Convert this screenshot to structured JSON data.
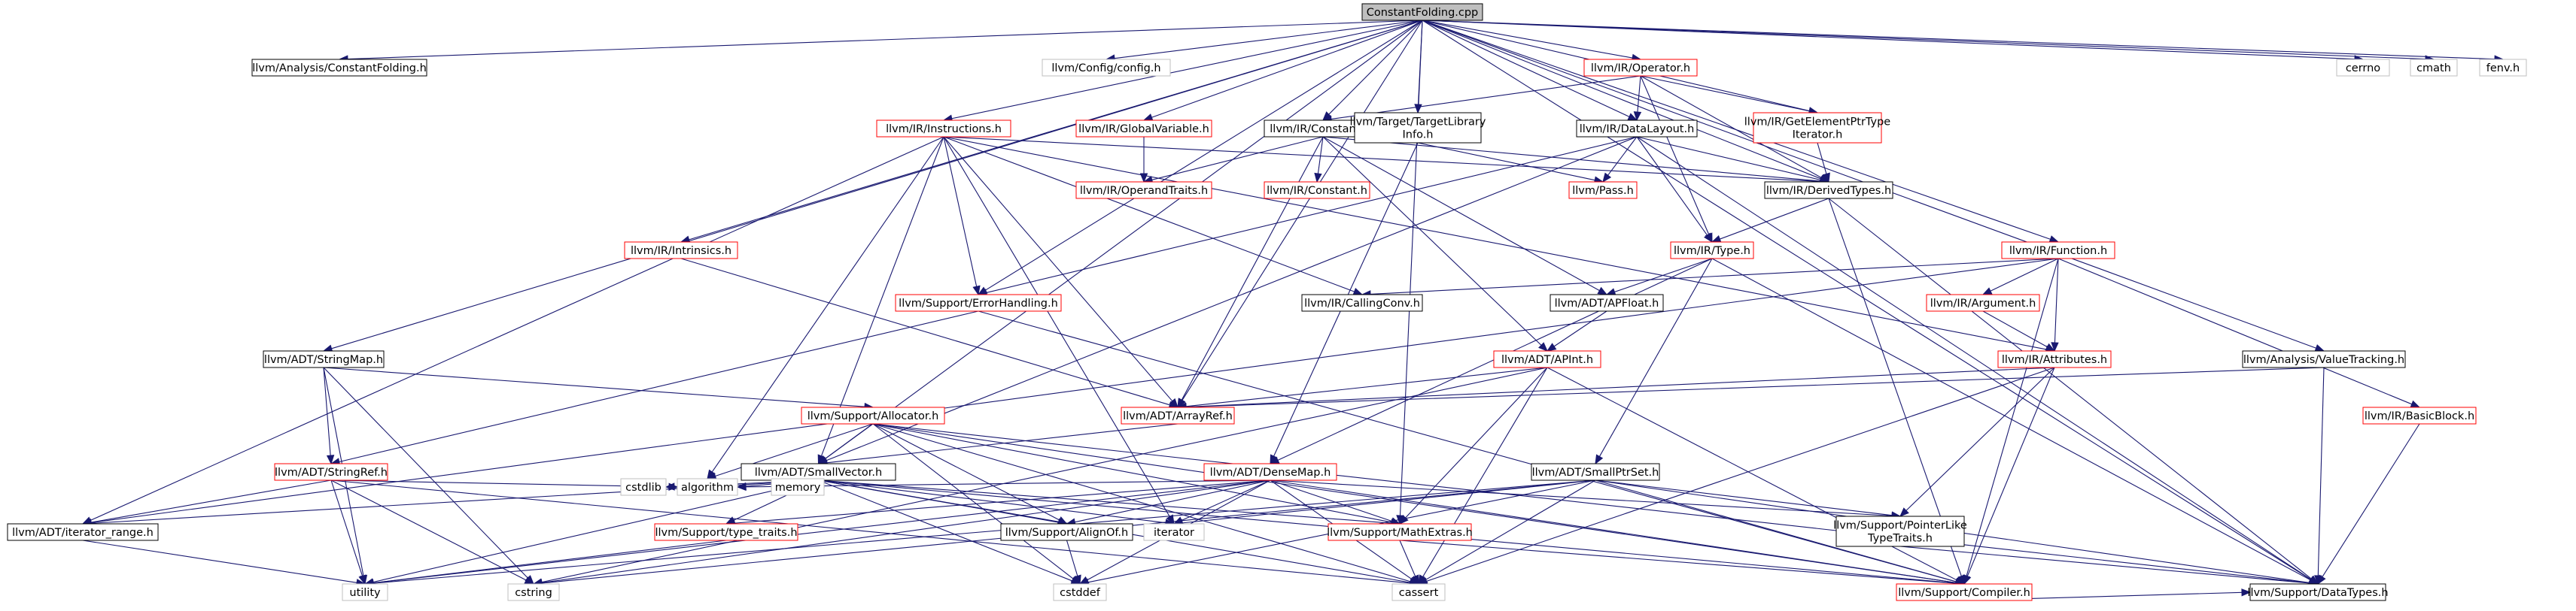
{
  "colors": {
    "background": "#ffffff",
    "edge": "#191970",
    "root_fill": "#bfbfbf",
    "node_fill": "#ffffff",
    "border_local": "#000000",
    "border_linked": "#ff0000",
    "border_external": "#bfbfbf"
  },
  "root": "ConstantFolding.cpp",
  "nodes": [
    {
      "id": "root",
      "label": [
        "ConstantFolding.cpp"
      ],
      "kind": "root"
    },
    {
      "id": "acf",
      "label": [
        "llvm/Analysis/ConstantFolding.h"
      ],
      "kind": "local"
    },
    {
      "id": "config",
      "label": [
        "llvm/Config/config.h"
      ],
      "kind": "external"
    },
    {
      "id": "operator",
      "label": [
        "llvm/IR/Operator.h"
      ],
      "kind": "linked"
    },
    {
      "id": "cerrno",
      "label": [
        "cerrno"
      ],
      "kind": "external"
    },
    {
      "id": "cmath",
      "label": [
        "cmath"
      ],
      "kind": "external"
    },
    {
      "id": "fenv",
      "label": [
        "fenv.h"
      ],
      "kind": "external"
    },
    {
      "id": "instructions",
      "label": [
        "llvm/IR/Instructions.h"
      ],
      "kind": "linked"
    },
    {
      "id": "globalvar",
      "label": [
        "llvm/IR/GlobalVariable.h"
      ],
      "kind": "linked"
    },
    {
      "id": "constants",
      "label": [
        "llvm/IR/Constants.h"
      ],
      "kind": "local"
    },
    {
      "id": "tli",
      "label": [
        "llvm/Target/TargetLibrary",
        "Info.h"
      ],
      "kind": "local"
    },
    {
      "id": "datalayout",
      "label": [
        "llvm/IR/DataLayout.h"
      ],
      "kind": "local"
    },
    {
      "id": "gepti",
      "label": [
        "llvm/IR/GetElementPtrType",
        "Iterator.h"
      ],
      "kind": "linked"
    },
    {
      "id": "operandtraits",
      "label": [
        "llvm/IR/OperandTraits.h"
      ],
      "kind": "linked"
    },
    {
      "id": "constant",
      "label": [
        "llvm/IR/Constant.h"
      ],
      "kind": "linked"
    },
    {
      "id": "pass",
      "label": [
        "llvm/Pass.h"
      ],
      "kind": "linked"
    },
    {
      "id": "derivedtypes",
      "label": [
        "llvm/IR/DerivedTypes.h"
      ],
      "kind": "local"
    },
    {
      "id": "intrinsics",
      "label": [
        "llvm/IR/Intrinsics.h"
      ],
      "kind": "linked"
    },
    {
      "id": "type",
      "label": [
        "llvm/IR/Type.h"
      ],
      "kind": "linked"
    },
    {
      "id": "function",
      "label": [
        "llvm/IR/Function.h"
      ],
      "kind": "linked"
    },
    {
      "id": "errorhandling",
      "label": [
        "llvm/Support/ErrorHandling.h"
      ],
      "kind": "linked"
    },
    {
      "id": "callingconv",
      "label": [
        "llvm/IR/CallingConv.h"
      ],
      "kind": "local"
    },
    {
      "id": "apfloat",
      "label": [
        "llvm/ADT/APFloat.h"
      ],
      "kind": "local"
    },
    {
      "id": "argument",
      "label": [
        "llvm/IR/Argument.h"
      ],
      "kind": "linked"
    },
    {
      "id": "stringmap",
      "label": [
        "llvm/ADT/StringMap.h"
      ],
      "kind": "local"
    },
    {
      "id": "apint",
      "label": [
        "llvm/ADT/APInt.h"
      ],
      "kind": "linked"
    },
    {
      "id": "attributes",
      "label": [
        "llvm/IR/Attributes.h"
      ],
      "kind": "linked"
    },
    {
      "id": "valuetracking",
      "label": [
        "llvm/Analysis/ValueTracking.h"
      ],
      "kind": "local"
    },
    {
      "id": "allocator",
      "label": [
        "llvm/Support/Allocator.h"
      ],
      "kind": "linked"
    },
    {
      "id": "arrayref",
      "label": [
        "llvm/ADT/ArrayRef.h"
      ],
      "kind": "linked"
    },
    {
      "id": "basicblock",
      "label": [
        "llvm/IR/BasicBlock.h"
      ],
      "kind": "linked"
    },
    {
      "id": "stringref",
      "label": [
        "llvm/ADT/StringRef.h"
      ],
      "kind": "linked"
    },
    {
      "id": "smallvector",
      "label": [
        "llvm/ADT/SmallVector.h"
      ],
      "kind": "local"
    },
    {
      "id": "densemap",
      "label": [
        "llvm/ADT/DenseMap.h"
      ],
      "kind": "linked"
    },
    {
      "id": "smallptrset",
      "label": [
        "llvm/ADT/SmallPtrSet.h"
      ],
      "kind": "local"
    },
    {
      "id": "iterrange",
      "label": [
        "llvm/ADT/iterator_range.h"
      ],
      "kind": "local"
    },
    {
      "id": "cstdlib",
      "label": [
        "cstdlib"
      ],
      "kind": "external"
    },
    {
      "id": "algorithm",
      "label": [
        "algorithm"
      ],
      "kind": "external"
    },
    {
      "id": "memory",
      "label": [
        "memory"
      ],
      "kind": "external"
    },
    {
      "id": "typetraits",
      "label": [
        "llvm/Support/type_traits.h"
      ],
      "kind": "linked"
    },
    {
      "id": "alignof",
      "label": [
        "llvm/Support/AlignOf.h"
      ],
      "kind": "local"
    },
    {
      "id": "iterator",
      "label": [
        "iterator"
      ],
      "kind": "external"
    },
    {
      "id": "mathextras",
      "label": [
        "llvm/Support/MathExtras.h"
      ],
      "kind": "linked"
    },
    {
      "id": "pltt",
      "label": [
        "llvm/Support/PointerLike",
        "TypeTraits.h"
      ],
      "kind": "local"
    },
    {
      "id": "utility",
      "label": [
        "utility"
      ],
      "kind": "external"
    },
    {
      "id": "cstring",
      "label": [
        "cstring"
      ],
      "kind": "external"
    },
    {
      "id": "cstddef",
      "label": [
        "cstddef"
      ],
      "kind": "external"
    },
    {
      "id": "cassert",
      "label": [
        "cassert"
      ],
      "kind": "external"
    },
    {
      "id": "compiler",
      "label": [
        "llvm/Support/Compiler.h"
      ],
      "kind": "linked"
    },
    {
      "id": "datatypes",
      "label": [
        "llvm/Support/DataTypes.h"
      ],
      "kind": "local"
    }
  ],
  "edges": [
    [
      "root",
      "acf"
    ],
    [
      "root",
      "config"
    ],
    [
      "root",
      "operator"
    ],
    [
      "root",
      "cerrno"
    ],
    [
      "root",
      "cmath"
    ],
    [
      "root",
      "fenv"
    ],
    [
      "root",
      "instructions"
    ],
    [
      "root",
      "globalvar"
    ],
    [
      "root",
      "constants"
    ],
    [
      "root",
      "tli"
    ],
    [
      "root",
      "datalayout"
    ],
    [
      "root",
      "gepti"
    ],
    [
      "root",
      "derivedtypes"
    ],
    [
      "root",
      "intrinsics"
    ],
    [
      "root",
      "function"
    ],
    [
      "root",
      "errorhandling"
    ],
    [
      "root",
      "stringmap"
    ],
    [
      "root",
      "valuetracking"
    ],
    [
      "root",
      "smallvector"
    ],
    [
      "root",
      "mathextras"
    ],
    [
      "root",
      "datatypes"
    ],
    [
      "root",
      "arrayref"
    ],
    [
      "operator",
      "constants"
    ],
    [
      "operator",
      "datalayout"
    ],
    [
      "operator",
      "gepti"
    ],
    [
      "operator",
      "derivedtypes"
    ],
    [
      "operator",
      "type"
    ],
    [
      "instructions",
      "derivedtypes"
    ],
    [
      "instructions",
      "iterrange"
    ],
    [
      "instructions",
      "errorhandling"
    ],
    [
      "instructions",
      "callingconv"
    ],
    [
      "instructions",
      "arrayref"
    ],
    [
      "instructions",
      "smallvector"
    ],
    [
      "instructions",
      "attributes"
    ],
    [
      "instructions",
      "iterator"
    ],
    [
      "instructions",
      "algorithm"
    ],
    [
      "globalvar",
      "operandtraits"
    ],
    [
      "constants",
      "operandtraits"
    ],
    [
      "constants",
      "constant"
    ],
    [
      "constants",
      "derivedtypes"
    ],
    [
      "constants",
      "apfloat"
    ],
    [
      "constants",
      "apint"
    ],
    [
      "constants",
      "arrayref"
    ],
    [
      "tli",
      "pass"
    ],
    [
      "tli",
      "densemap"
    ],
    [
      "datalayout",
      "pass"
    ],
    [
      "datalayout",
      "derivedtypes"
    ],
    [
      "datalayout",
      "type"
    ],
    [
      "datalayout",
      "smallvector"
    ],
    [
      "datalayout",
      "datatypes"
    ],
    [
      "datalayout",
      "errorhandling"
    ],
    [
      "gepti",
      "derivedtypes"
    ],
    [
      "derivedtypes",
      "type"
    ],
    [
      "derivedtypes",
      "compiler"
    ],
    [
      "derivedtypes",
      "datatypes"
    ],
    [
      "intrinsics",
      "arrayref"
    ],
    [
      "type",
      "apfloat"
    ],
    [
      "type",
      "densemap"
    ],
    [
      "type",
      "smallptrset"
    ],
    [
      "type",
      "datatypes"
    ],
    [
      "function",
      "callingconv"
    ],
    [
      "function",
      "argument"
    ],
    [
      "function",
      "attributes"
    ],
    [
      "function",
      "basicblock"
    ],
    [
      "function",
      "compiler"
    ],
    [
      "function",
      "iterrange"
    ],
    [
      "errorhandling",
      "stringref"
    ],
    [
      "errorhandling",
      "compiler"
    ],
    [
      "apfloat",
      "apint"
    ],
    [
      "argument",
      "attributes"
    ],
    [
      "stringmap",
      "allocator"
    ],
    [
      "stringmap",
      "stringref"
    ],
    [
      "stringmap",
      "utility"
    ],
    [
      "stringmap",
      "cstring"
    ],
    [
      "apint",
      "arrayref"
    ],
    [
      "apint",
      "mathextras"
    ],
    [
      "apint",
      "compiler"
    ],
    [
      "apint",
      "cassert"
    ],
    [
      "apint",
      "cstring"
    ],
    [
      "attributes",
      "arrayref"
    ],
    [
      "attributes",
      "pltt"
    ],
    [
      "attributes",
      "compiler"
    ],
    [
      "attributes",
      "cassert"
    ],
    [
      "valuetracking",
      "arrayref"
    ],
    [
      "valuetracking",
      "datatypes"
    ],
    [
      "allocator",
      "smallvector"
    ],
    [
      "allocator",
      "alignof"
    ],
    [
      "allocator",
      "mathextras"
    ],
    [
      "allocator",
      "datatypes"
    ],
    [
      "allocator",
      "compiler"
    ],
    [
      "allocator",
      "algorithm"
    ],
    [
      "allocator",
      "cassert"
    ],
    [
      "allocator",
      "cstddef"
    ],
    [
      "arrayref",
      "smallvector"
    ],
    [
      "basicblock",
      "datatypes"
    ],
    [
      "stringref",
      "iterrange"
    ],
    [
      "stringref",
      "algorithm"
    ],
    [
      "stringref",
      "utility"
    ],
    [
      "stringref",
      "cstring"
    ],
    [
      "stringref",
      "cassert"
    ],
    [
      "smallvector",
      "iterrange"
    ],
    [
      "smallvector",
      "cstdlib"
    ],
    [
      "smallvector",
      "algorithm"
    ],
    [
      "smallvector",
      "memory"
    ],
    [
      "smallvector",
      "typetraits"
    ],
    [
      "smallvector",
      "alignof"
    ],
    [
      "smallvector",
      "iterator"
    ],
    [
      "smallvector",
      "mathextras"
    ],
    [
      "smallvector",
      "compiler"
    ],
    [
      "smallvector",
      "cstddef"
    ],
    [
      "smallvector",
      "cassert"
    ],
    [
      "smallvector",
      "utility"
    ],
    [
      "densemap",
      "algorithm"
    ],
    [
      "densemap",
      "typetraits"
    ],
    [
      "densemap",
      "alignof"
    ],
    [
      "densemap",
      "iterator"
    ],
    [
      "densemap",
      "mathextras"
    ],
    [
      "densemap",
      "pltt"
    ],
    [
      "densemap",
      "compiler"
    ],
    [
      "densemap",
      "utility"
    ],
    [
      "densemap",
      "cstring"
    ],
    [
      "densemap",
      "cstddef"
    ],
    [
      "densemap",
      "cassert"
    ],
    [
      "smallptrset",
      "iterator"
    ],
    [
      "smallptrset",
      "pltt"
    ],
    [
      "smallptrset",
      "compiler"
    ],
    [
      "smallptrset",
      "datatypes"
    ],
    [
      "smallptrset",
      "utility"
    ],
    [
      "smallptrset",
      "cstring"
    ],
    [
      "smallptrset",
      "cstddef"
    ],
    [
      "smallptrset",
      "cassert"
    ],
    [
      "iterrange",
      "utility"
    ],
    [
      "typetraits",
      "utility"
    ],
    [
      "alignof",
      "cstddef"
    ],
    [
      "mathextras",
      "compiler"
    ],
    [
      "mathextras",
      "cassert"
    ],
    [
      "pltt",
      "datatypes"
    ],
    [
      "compiler",
      "datatypes"
    ]
  ]
}
